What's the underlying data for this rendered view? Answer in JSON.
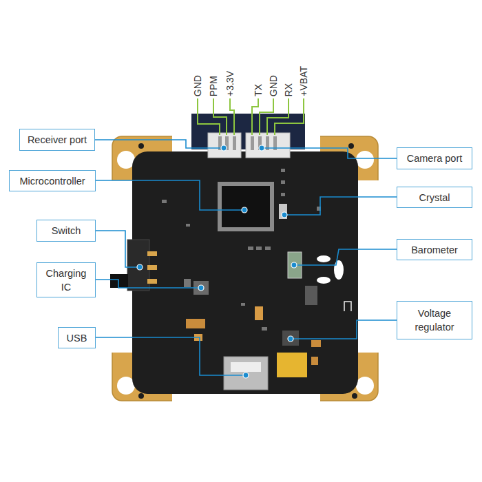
{
  "diagram": {
    "nodes": [
      {
        "text": [
          "Receiver port"
        ]
      },
      {
        "text": [
          "Microcontroller"
        ]
      },
      {
        "text": [
          "Switch"
        ]
      },
      {
        "text": [
          "Charging IC"
        ]
      },
      {
        "text": [
          "USB"
        ]
      },
      {
        "text": [
          "Camera port"
        ]
      },
      {
        "text": [
          "Crystal"
        ]
      },
      {
        "text": [
          "Barometer"
        ]
      },
      {
        "text": [
          "Voltage regulator"
        ]
      }
    ],
    "labels": [
      "GND",
      "PPM",
      "+3.3V",
      "TX",
      "GND",
      "RX",
      "+VBAT"
    ]
  }
}
